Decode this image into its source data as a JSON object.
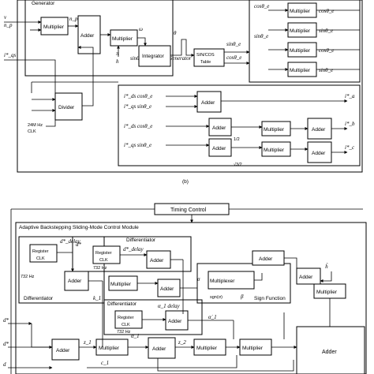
{
  "top_panel": {
    "generator_title": "Generator",
    "sincos_title": "sinθ_e & cosθ_e Generator",
    "caption": "(b)",
    "clk_label": "24M Hz",
    "clk_label2": "CLK",
    "half": "1/2",
    "sqrt_half": "√3/2",
    "pi_over_h": "π",
    "h_sym": "h",
    "blocks": {
      "multiplier": "Multiplier",
      "adder": "Adder",
      "integrator": "Integrator",
      "divider": "Divider",
      "table_line1": "SIN/COS",
      "table_line2": "Table"
    },
    "symbols": {
      "v": "v",
      "np": "n_p",
      "npv": "n_p v",
      "omega": "ω",
      "theta": "θ",
      "sin_theta_e": "sinθ_e",
      "cos_theta_e": "cosθ_e",
      "iqs": "i*_qs",
      "i_ds_cos": "i*_ds cosθ_e",
      "i_qs_sin": "i*_qs sinθ_e",
      "i_a": "i*_a",
      "i_b": "i*_b",
      "i_c": "i*_c"
    }
  },
  "bottom_panel": {
    "timing_control": "Timing Control",
    "module_title": "Adaptive Backstepping Sliding-Mode Control Module",
    "differentiator": "Differentiator",
    "register": "Register",
    "clk": "CLK",
    "freq": "732 Hz",
    "adder": "Adder",
    "multiplier": "Multiplier",
    "multiplexer": "Multiplexer",
    "sign_function": "Sign Function",
    "sgn": "sgn(σ)",
    "symbols": {
      "d_star": "d*",
      "d_delay": "d*_delay",
      "d_dot": "ḋ*",
      "d": "d",
      "k1": "k_1",
      "alpha1": "α_1",
      "alpha_delay": "α_1 delay",
      "alpha_dot": "α̇_1",
      "sigma": "σ",
      "beta": "β",
      "h_hat": "ĥ",
      "c1": "c_1",
      "z1": "z_1",
      "z2": "z_2"
    }
  },
  "colors": {
    "line": "#000000",
    "background": "#ffffff"
  }
}
